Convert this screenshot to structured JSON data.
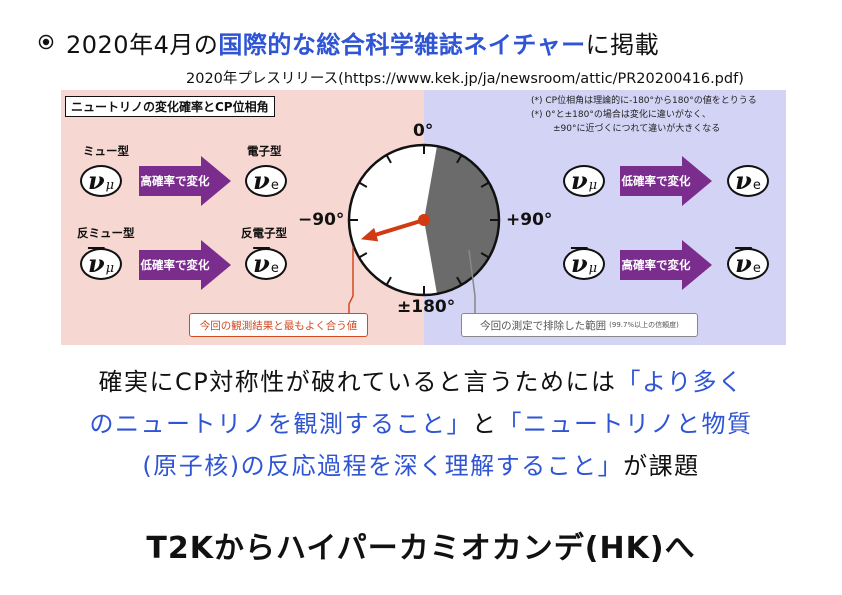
{
  "header": {
    "text_prefix": "2020年4月の",
    "text_highlight": "国際的な総合科学雑誌ネイチャー",
    "text_suffix": "に掲載",
    "press_release": "2020年プレスリリース(https://www.kek.jp/ja/newsroom/attic/PR20200416.pdf)"
  },
  "figure": {
    "title": "ニュートリノの変化確率とCP位相角",
    "notes": [
      "(*) CP位相角は理論的に-180°から180°の値をとりうる",
      "(*) 0°と±180°の場合は変化に違いがなく、",
      "±90°に近づくにつれて違いが大きくなる"
    ],
    "left": {
      "row1": {
        "from_label": "ミュー型",
        "from_symbol": "ν",
        "from_sub": "μ",
        "arrow": "高確率で変化",
        "to_label": "電子型",
        "to_symbol": "ν",
        "to_sub": "e"
      },
      "row2": {
        "from_label": "反ミュー型",
        "from_symbol": "ν",
        "from_sub": "μ",
        "arrow": "低確率で変化",
        "to_label": "反電子型",
        "to_symbol": "ν",
        "to_sub": "e"
      }
    },
    "right": {
      "row1": {
        "from_symbol": "ν",
        "from_sub": "μ",
        "arrow": "低確率で変化",
        "to_symbol": "ν",
        "to_sub": "e"
      },
      "row2": {
        "from_symbol": "ν",
        "from_sub": "μ",
        "arrow": "高確率で変化",
        "to_symbol": "ν",
        "to_sub": "e"
      }
    },
    "dial": {
      "top": "0°",
      "left": "−90°",
      "right": "+90°",
      "bottom": "±180°",
      "pointer_angle_deg": -90,
      "excluded_range_deg": [
        10,
        170
      ]
    },
    "callout_best_fit": "今回の観測結果と最もよく合う値",
    "callout_excluded": "今回の測定で排除した範囲",
    "callout_excluded_note": "(99.7%以上の信頼度)",
    "colors": {
      "left_bg": "#f6d7d2",
      "right_bg": "#d3d3f5",
      "arrow": "#7b2d8e",
      "pointer": "#d23a12",
      "excluded": "#6b6b6b"
    }
  },
  "body": {
    "line1_black": "確実にCP対称性が破れていると言うためには",
    "line1_blue": "「より多く",
    "line2_blue1": "のニュートリノを観測すること」",
    "line2_black": "と",
    "line2_blue2": "「ニュートリノと物質",
    "line3_blue": "(原子核)の反応過程を深く理解すること」",
    "line3_black": "が課題"
  },
  "conclusion": "T2Kからハイパーカミオカンデ(HK)へ"
}
